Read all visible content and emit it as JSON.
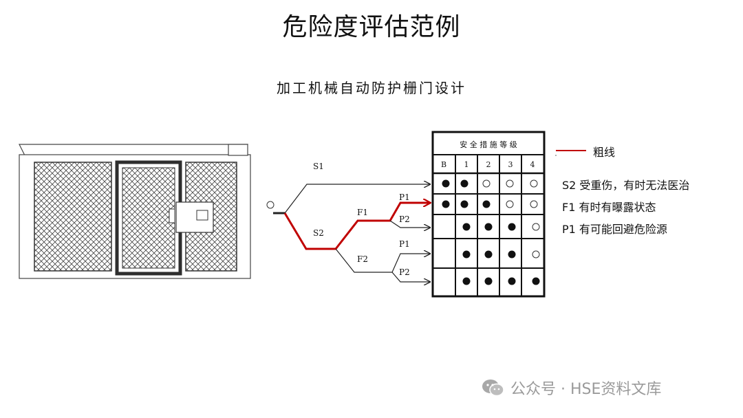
{
  "title": "危险度评估范例",
  "subtitle": "加工机械自动防护栅门设计",
  "risk_graph": {
    "start_symbol": "○",
    "branches": {
      "s1": "S1",
      "s2": "S2",
      "f1": "F1",
      "f2": "F2",
      "p1": "P1",
      "p2": "P2"
    }
  },
  "table": {
    "header": "安 全 措 施 等 级",
    "columns": [
      "B",
      "1",
      "2",
      "3",
      "4"
    ],
    "rows": [
      [
        "filled",
        "filled",
        "open",
        "open",
        "open"
      ],
      [
        "filled",
        "filled",
        "filled",
        "open",
        "open"
      ],
      [
        "",
        "filled",
        "filled",
        "filled",
        "open"
      ],
      [
        "",
        "filled",
        "filled",
        "filled",
        "open"
      ],
      [
        "",
        "filled",
        "filled",
        "filled",
        "filled"
      ]
    ]
  },
  "legend": {
    "thick_line": "粗线",
    "s2": "S2 受重伤，有时无法医治",
    "f1": "F1 有时有曝露状态",
    "p1": "P1 有可能回避危险源"
  },
  "colors": {
    "highlight": "#c00000",
    "line": "#222222"
  },
  "watermark": {
    "icon": "wechat-icon",
    "text": "公众号 · HSE资料文库"
  }
}
